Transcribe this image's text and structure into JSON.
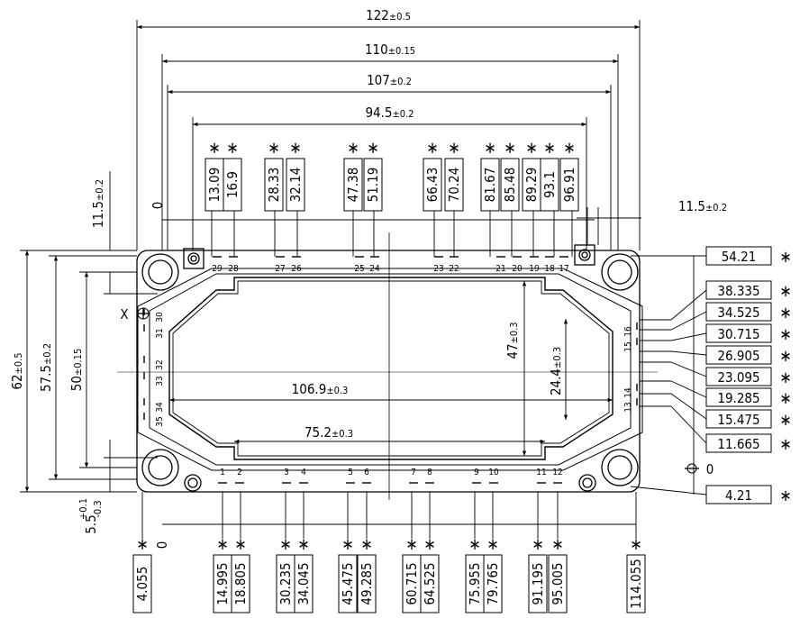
{
  "top_dims": [
    {
      "id": "w122",
      "value": "122",
      "tol": "±0.5"
    },
    {
      "id": "w110",
      "value": "110",
      "tol": "±0.15"
    },
    {
      "id": "w107",
      "value": "107",
      "tol": "±0.2"
    },
    {
      "id": "w94",
      "value": "94.5",
      "tol": "±0.2"
    }
  ],
  "left_dims": [
    {
      "id": "h62",
      "value": "62",
      "tol": "±0.5"
    },
    {
      "id": "h57",
      "value": "57.5",
      "tol": "±0.2"
    },
    {
      "id": "h50",
      "value": "50",
      "tol": "±0.15"
    },
    {
      "id": "h11",
      "value": "11.5",
      "tol": "±0.2"
    },
    {
      "id": "h5",
      "value": "5.5",
      "tol_up": "+0.1",
      "tol_down": "-0.3"
    }
  ],
  "right_small_dim": {
    "value": "11.5",
    "tol": "±0.2"
  },
  "inner_dims": [
    {
      "id": "i106",
      "value": "106.9",
      "tol": "±0.3"
    },
    {
      "id": "i75",
      "value": "75.2",
      "tol": "±0.3"
    },
    {
      "id": "i47",
      "value": "47",
      "tol": "±0.3"
    },
    {
      "id": "i24",
      "value": "24.4",
      "tol": "±0.3"
    }
  ],
  "top_pin_positions": [
    "13.09",
    "16.9",
    "28.33",
    "32.14",
    "47.38",
    "51.19",
    "66.43",
    "70.24",
    "81.67",
    "85.48",
    "89.29",
    "93.1",
    "96.91"
  ],
  "bottom_pin_positions": [
    "4.055",
    "14.995",
    "18.805",
    "30.235",
    "34.045",
    "45.475",
    "49.285",
    "60.715",
    "64.525",
    "75.955",
    "79.765",
    "91.195",
    "95.005",
    "114.055"
  ],
  "right_positions": [
    "54.21",
    "38.335",
    "34.525",
    "30.715",
    "26.905",
    "23.095",
    "19.285",
    "15.475",
    "11.665",
    "4.21"
  ],
  "top_pin_numbers": [
    "29",
    "28",
    "27",
    "26",
    "25",
    "24",
    "23",
    "22",
    "21",
    "20",
    "19",
    "18",
    "17"
  ],
  "bottom_pin_numbers": [
    "1",
    "2",
    "3",
    "4",
    "5",
    "6",
    "7",
    "8",
    "9",
    "10",
    "11",
    "12"
  ],
  "left_pin_numbers": [
    "30",
    "31",
    "32",
    "33",
    "34",
    "35"
  ],
  "right_pin_numbers": [
    "15",
    "16",
    "13",
    "14"
  ],
  "datum_labels": {
    "zero": "0",
    "x_marker": "X",
    "star": "∗"
  }
}
